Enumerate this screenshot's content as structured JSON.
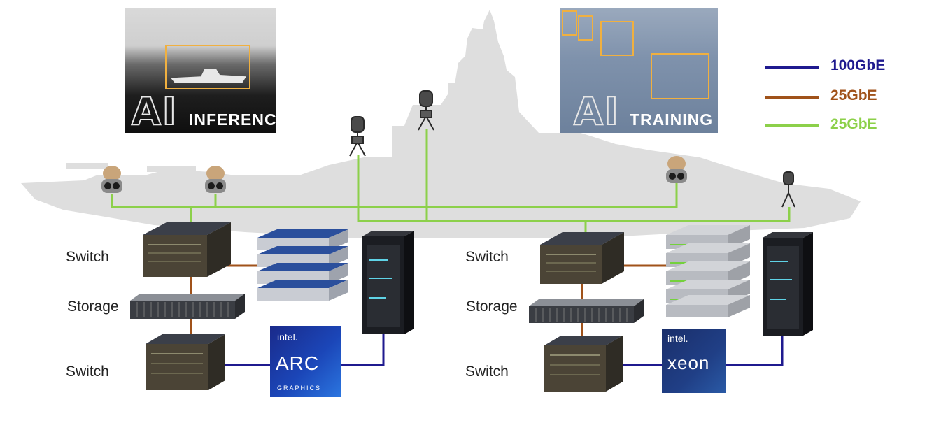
{
  "panels": {
    "inference": {
      "ai_text": "AI",
      "caption": "INFERENCE"
    },
    "training": {
      "ai_text": "AI",
      "caption": "TRAINING"
    }
  },
  "legend": [
    {
      "label": "100GbE",
      "color": "#1f1a8f"
    },
    {
      "label": "25GbE",
      "color": "#a0521a"
    },
    {
      "label": "25GbE",
      "color": "#8cd04a"
    }
  ],
  "left_stack": {
    "switch_top": "Switch",
    "storage": "Storage",
    "switch_bottom": "Switch"
  },
  "right_stack": {
    "switch_top": "Switch",
    "storage": "Storage",
    "switch_bottom": "Switch"
  },
  "badges": {
    "arc": {
      "brand": "intel.",
      "product": "ARC",
      "sub": "GRAPHICS"
    },
    "xeon": {
      "brand": "intel.",
      "product": "xeon"
    }
  },
  "colors": {
    "link_100": "#1f1a8f",
    "link_25_copper": "#a0521a",
    "link_25_green": "#8cd04a",
    "ship": "#dcdcdc"
  }
}
